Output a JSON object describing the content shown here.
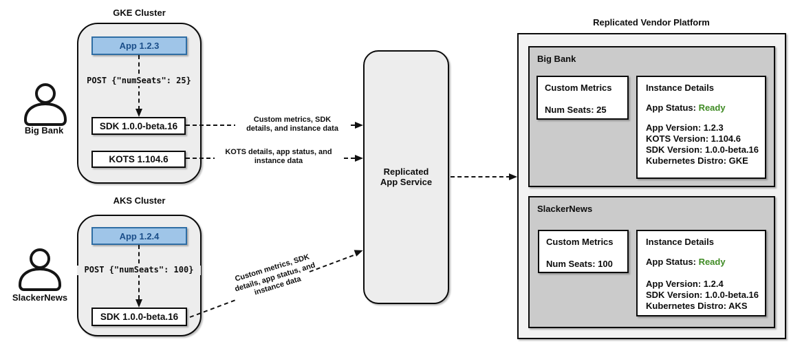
{
  "colors": {
    "cluster_fill": "#ededed",
    "app_fill": "#9fc5e8",
    "app_border": "#2e6da4",
    "app_text": "#1b4e89",
    "platform_fill": "#f2f2f2",
    "vendor_panel_fill": "#cbcbcb",
    "status_ready_green": "#3f8b24",
    "line_black": "#111111"
  },
  "actors": [
    {
      "name": "Big Bank"
    },
    {
      "name": "SlackerNews"
    }
  ],
  "clusters": [
    {
      "title": "GKE Cluster",
      "app": "App 1.2.3",
      "post": "POST {\"numSeats\": 25}",
      "sdk": "SDK 1.0.0-beta.16",
      "kots": "KOTS 1.104.6"
    },
    {
      "title": "AKS Cluster",
      "app": "App 1.2.4",
      "post": "POST {\"numSeats\": 100}",
      "sdk": "SDK 1.0.0-beta.16"
    }
  ],
  "arrows": {
    "sdk_arrow": {
      "lines": [
        "Custom metrics, SDK",
        "details, and instance data"
      ]
    },
    "kots_arrow": {
      "lines": [
        "KOTS details, app status, and",
        "instance data"
      ]
    },
    "aks_arrow": {
      "lines": [
        "Custom metrics, SDK",
        "details, app status, and",
        "instance data"
      ]
    }
  },
  "service": {
    "lines": [
      "Replicated",
      "App Service"
    ]
  },
  "platform": {
    "title": "Replicated Vendor Platform",
    "vendors": [
      {
        "name": "Big Bank",
        "metrics_title": "Custom Metrics",
        "metrics_value": "Num Seats: 25",
        "details_title": "Instance Details",
        "status_label": "App Status: ",
        "status_value": "Ready",
        "detail_lines": [
          "App Version: 1.2.3",
          "KOTS Version: 1.104.6",
          "SDK Version: 1.0.0-beta.16",
          "Kubernetes Distro: GKE"
        ]
      },
      {
        "name": "SlackerNews",
        "metrics_title": "Custom Metrics",
        "metrics_value": "Num Seats: 100",
        "details_title": "Instance Details",
        "status_label": "App Status: ",
        "status_value": "Ready",
        "detail_lines": [
          "App Version: 1.2.4",
          "SDK Version: 1.0.0-beta.16",
          "Kubernetes Distro: AKS"
        ]
      }
    ]
  }
}
